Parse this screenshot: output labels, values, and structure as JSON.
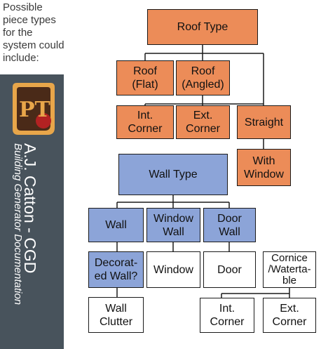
{
  "intro_text": "Possible piece types for the system could include:",
  "panel": {
    "title": "A.J. Catton - CGD",
    "subtitle": "Building Generator Documentation",
    "logo_letters": "PT"
  },
  "colors": {
    "roof_nodes": "#ec8c58",
    "wall_nodes": "#8ca4d8",
    "leaf_nodes": "#ffffff",
    "panel": "#48535c",
    "logo_ring": "#e8a64a",
    "logo_dot": "#b22222"
  },
  "nodes": {
    "roof_type": "Roof Type",
    "roof_flat": "Roof\n(Flat)",
    "roof_angled": "Roof\n(Angled)",
    "int_corner_roof": "Int.\nCorner",
    "ext_corner_roof": "Ext.\nCorner",
    "straight": "Straight",
    "with_window": "With\nWindow",
    "wall_type": "Wall Type",
    "wall": "Wall",
    "window_wall": "Window\nWall",
    "door_wall": "Door\nWall",
    "decorated_wall": "Decorat-\ned Wall?",
    "window": "Window",
    "door": "Door",
    "cornice": "Cornice\n/Waterta-\nble",
    "wall_clutter": "Wall\nClutter",
    "int_corner_wall": "Int.\nCorner",
    "ext_corner_wall": "Ext.\nCorner"
  }
}
